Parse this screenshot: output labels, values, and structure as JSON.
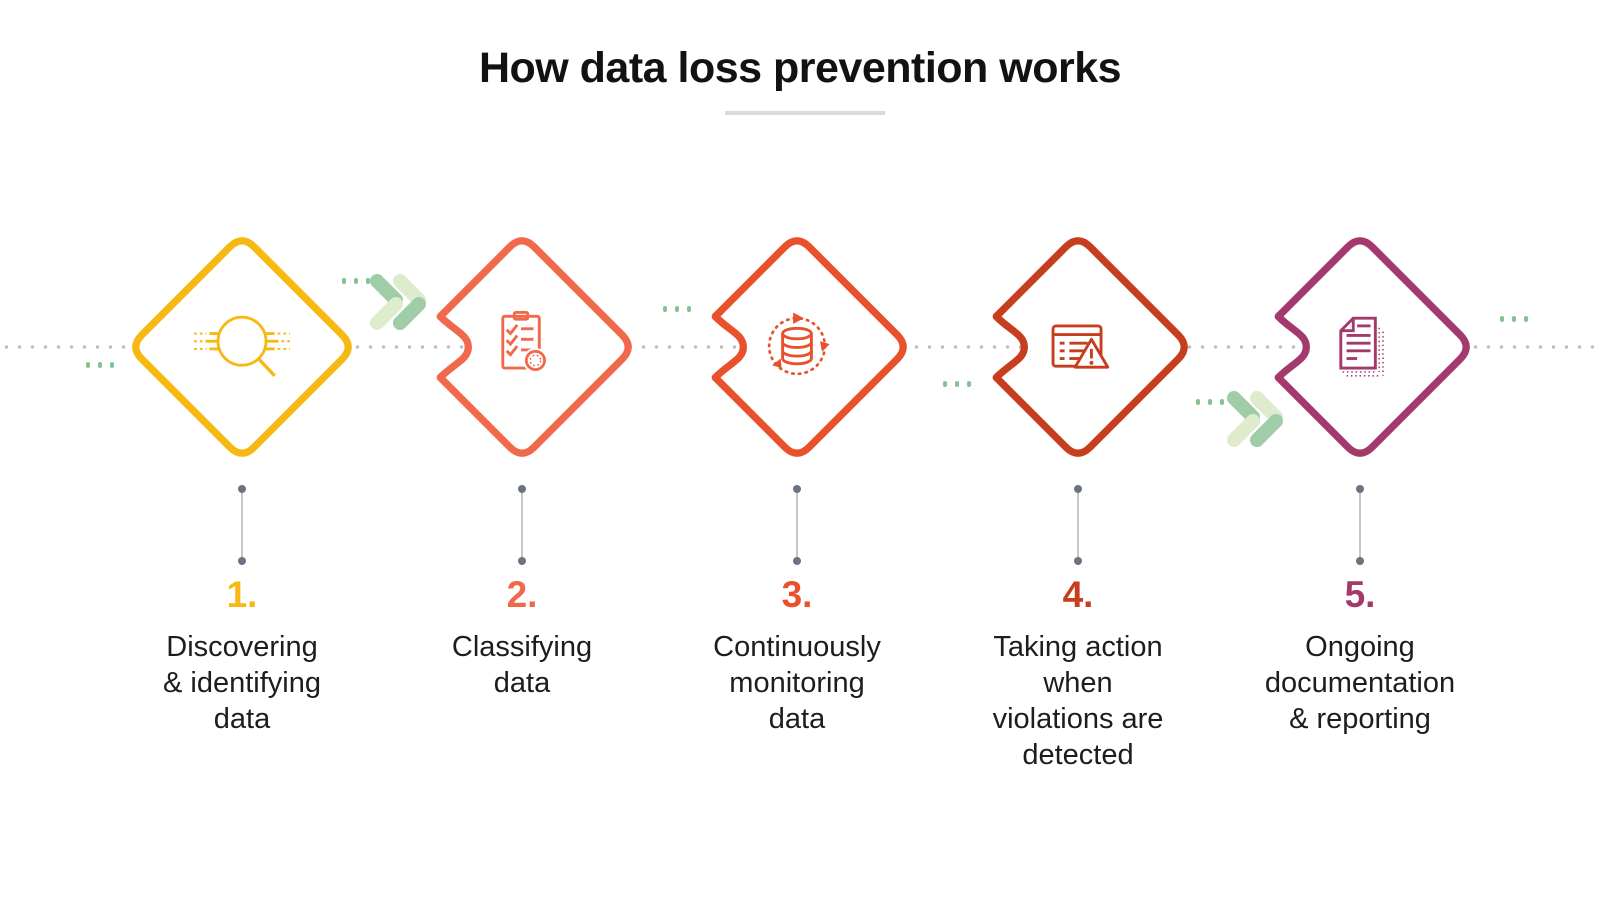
{
  "title": "How data loss prevention works",
  "palette": {
    "green_medium": "#9ECDA7",
    "green_light": "#DEEBCC",
    "green_dots": "#84C293",
    "dotted_line": "#BDBDBD",
    "connector_line": "#C6C6C6",
    "connector_dot": "#6B7280",
    "text": "#1D1D1D",
    "title_underline": "#DADADA"
  },
  "steps": [
    {
      "number": "1.",
      "color": "#F6B913",
      "icon": "magnifier-icon",
      "label_lines": [
        "Discovering",
        "& identifying",
        "data"
      ]
    },
    {
      "number": "2.",
      "color": "#F0694D",
      "icon": "clipboard-checklist-icon",
      "label_lines": [
        "Classifying",
        "data"
      ]
    },
    {
      "number": "3.",
      "color": "#E8512B",
      "icon": "database-sync-icon",
      "label_lines": [
        "Continuously",
        "monitoring",
        "data"
      ]
    },
    {
      "number": "4.",
      "color": "#C63E1E",
      "icon": "window-alert-icon",
      "label_lines": [
        "Taking action",
        "when",
        "violations are",
        "detected"
      ]
    },
    {
      "number": "5.",
      "color": "#A43A6C",
      "icon": "document-report-icon",
      "label_lines": [
        "Ongoing",
        "documentation",
        "& reporting"
      ]
    }
  ]
}
